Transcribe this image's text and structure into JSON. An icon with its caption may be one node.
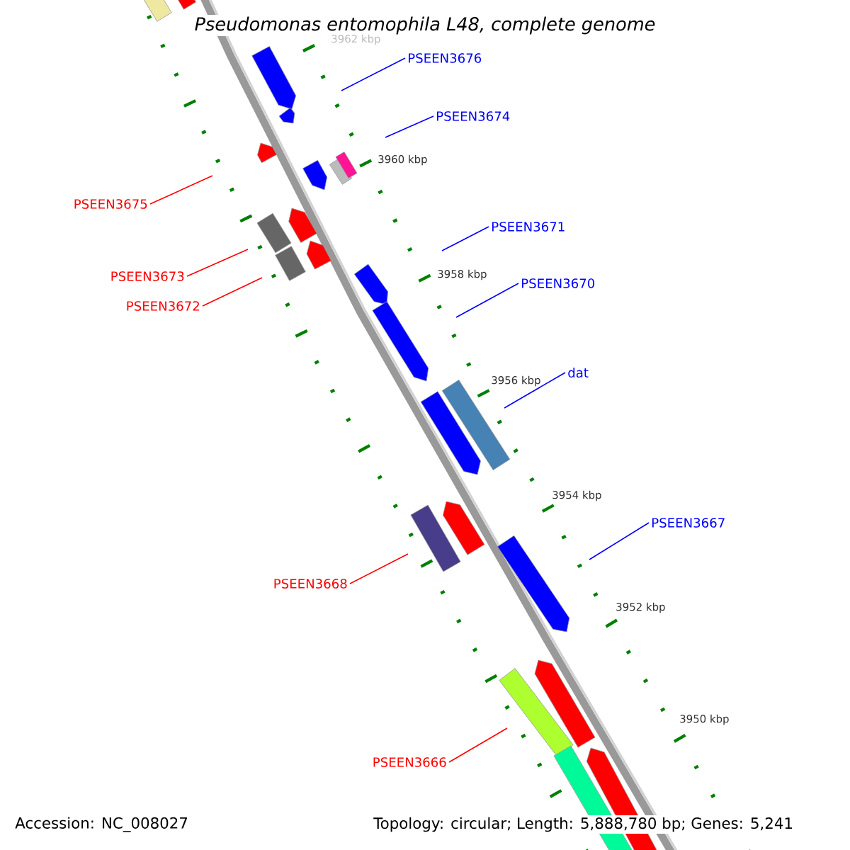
{
  "diagram": {
    "title": "Pseudomonas entomophila L48, complete genome",
    "nodes": [
      {
        "text": [
          "PSEEN3676"
        ]
      },
      {
        "text": [
          "PSEEN3674"
        ]
      },
      {
        "text": [
          "PSEEN3675"
        ]
      },
      {
        "text": [
          "PSEEN3671"
        ]
      },
      {
        "text": [
          "PSEEN3673"
        ]
      },
      {
        "text": [
          "PSEEN3672"
        ]
      },
      {
        "text": [
          "PSEEN3670"
        ]
      },
      {
        "text": [
          "dat"
        ]
      },
      {
        "text": [
          "PSEEN3667"
        ]
      },
      {
        "text": [
          "PSEEN3668"
        ]
      },
      {
        "text": [
          "PSEEN3666"
        ]
      }
    ],
    "edges": [
      {
        "from": 0,
        "to": null,
        "arrow": "none"
      },
      {
        "from": 1,
        "to": null,
        "arrow": "none"
      },
      {
        "from": 2,
        "to": null,
        "arrow": "none",
        "color": "#ff0000"
      },
      {
        "from": 3,
        "to": null,
        "arrow": "none"
      },
      {
        "from": 4,
        "to": null,
        "arrow": "none",
        "color": "#ff0000"
      },
      {
        "from": 5,
        "to": null,
        "arrow": "none",
        "color": "#ff0000"
      },
      {
        "from": 6,
        "to": null,
        "arrow": "none"
      },
      {
        "from": 7,
        "to": null,
        "arrow": "none"
      },
      {
        "from": 8,
        "to": null,
        "arrow": "none"
      },
      {
        "from": 9,
        "to": null,
        "arrow": "none",
        "color": "#ff0000"
      },
      {
        "from": 10,
        "to": null,
        "arrow": "none",
        "color": "#ff0000"
      }
    ],
    "labels": [
      "3962 kbp",
      "3960 kbp",
      "3958 kbp",
      "3956 kbp",
      "3954 kbp",
      "3952 kbp",
      "3950 kbp",
      "Accession: NC_008027",
      "Topology: circular; Length: 5,888,780 bp; Genes: 5,241"
    ]
  }
}
